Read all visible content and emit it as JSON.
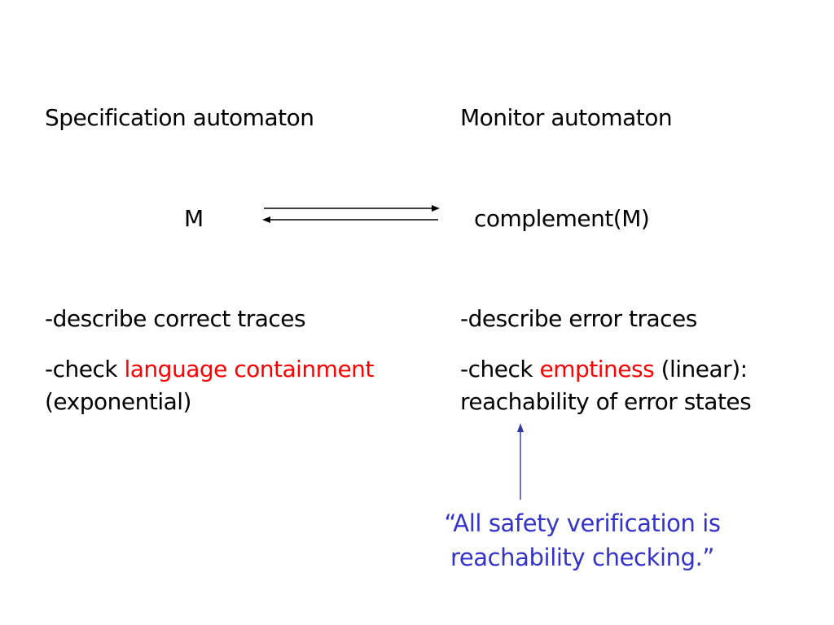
{
  "left": {
    "heading": "Specification automaton",
    "symbol": "M",
    "bullet1": "-describe correct traces",
    "bullet2_prefix": "-check ",
    "bullet2_highlight": "language containment",
    "bullet2_line2": "(exponential)"
  },
  "right": {
    "heading": "Monitor automaton",
    "symbol": "complement(M)",
    "bullet1": "-describe error traces",
    "bullet2_prefix": "-check ",
    "bullet2_highlight": "emptiness",
    "bullet2_suffix": " (linear):",
    "bullet2_line2": "reachability of error states"
  },
  "quote": {
    "line1": "“All safety verification is",
    "line2": "reachability checking.”"
  },
  "colors": {
    "text": "#000000",
    "highlight": "#ff0000",
    "quote": "#3333cc",
    "quote_arrow": "#3333aa"
  }
}
